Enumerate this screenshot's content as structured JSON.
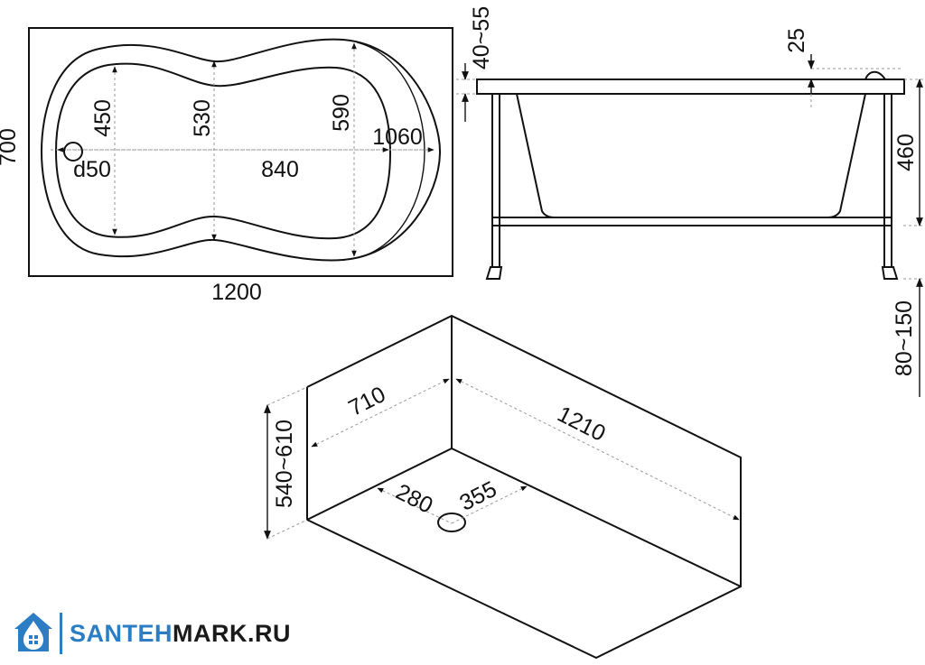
{
  "top_view": {
    "width": "1200",
    "height": "700",
    "drain": "d50",
    "inner_length": "840",
    "outer_inner_length": "1060",
    "depth_450": "450",
    "depth_530": "530",
    "depth_590": "590"
  },
  "side_view": {
    "rim": "40~55",
    "lip": "25",
    "tub_height": "460",
    "legs": "80~150"
  },
  "box_view": {
    "length": "1210",
    "width": "710",
    "height": "540~610",
    "drain_x": "280",
    "drain_y": "355"
  },
  "logo": {
    "part1": "SANTEH",
    "part2": "MARK.RU"
  },
  "colors": {
    "brand_blue": "#2b7ec4",
    "line": "#111111"
  }
}
